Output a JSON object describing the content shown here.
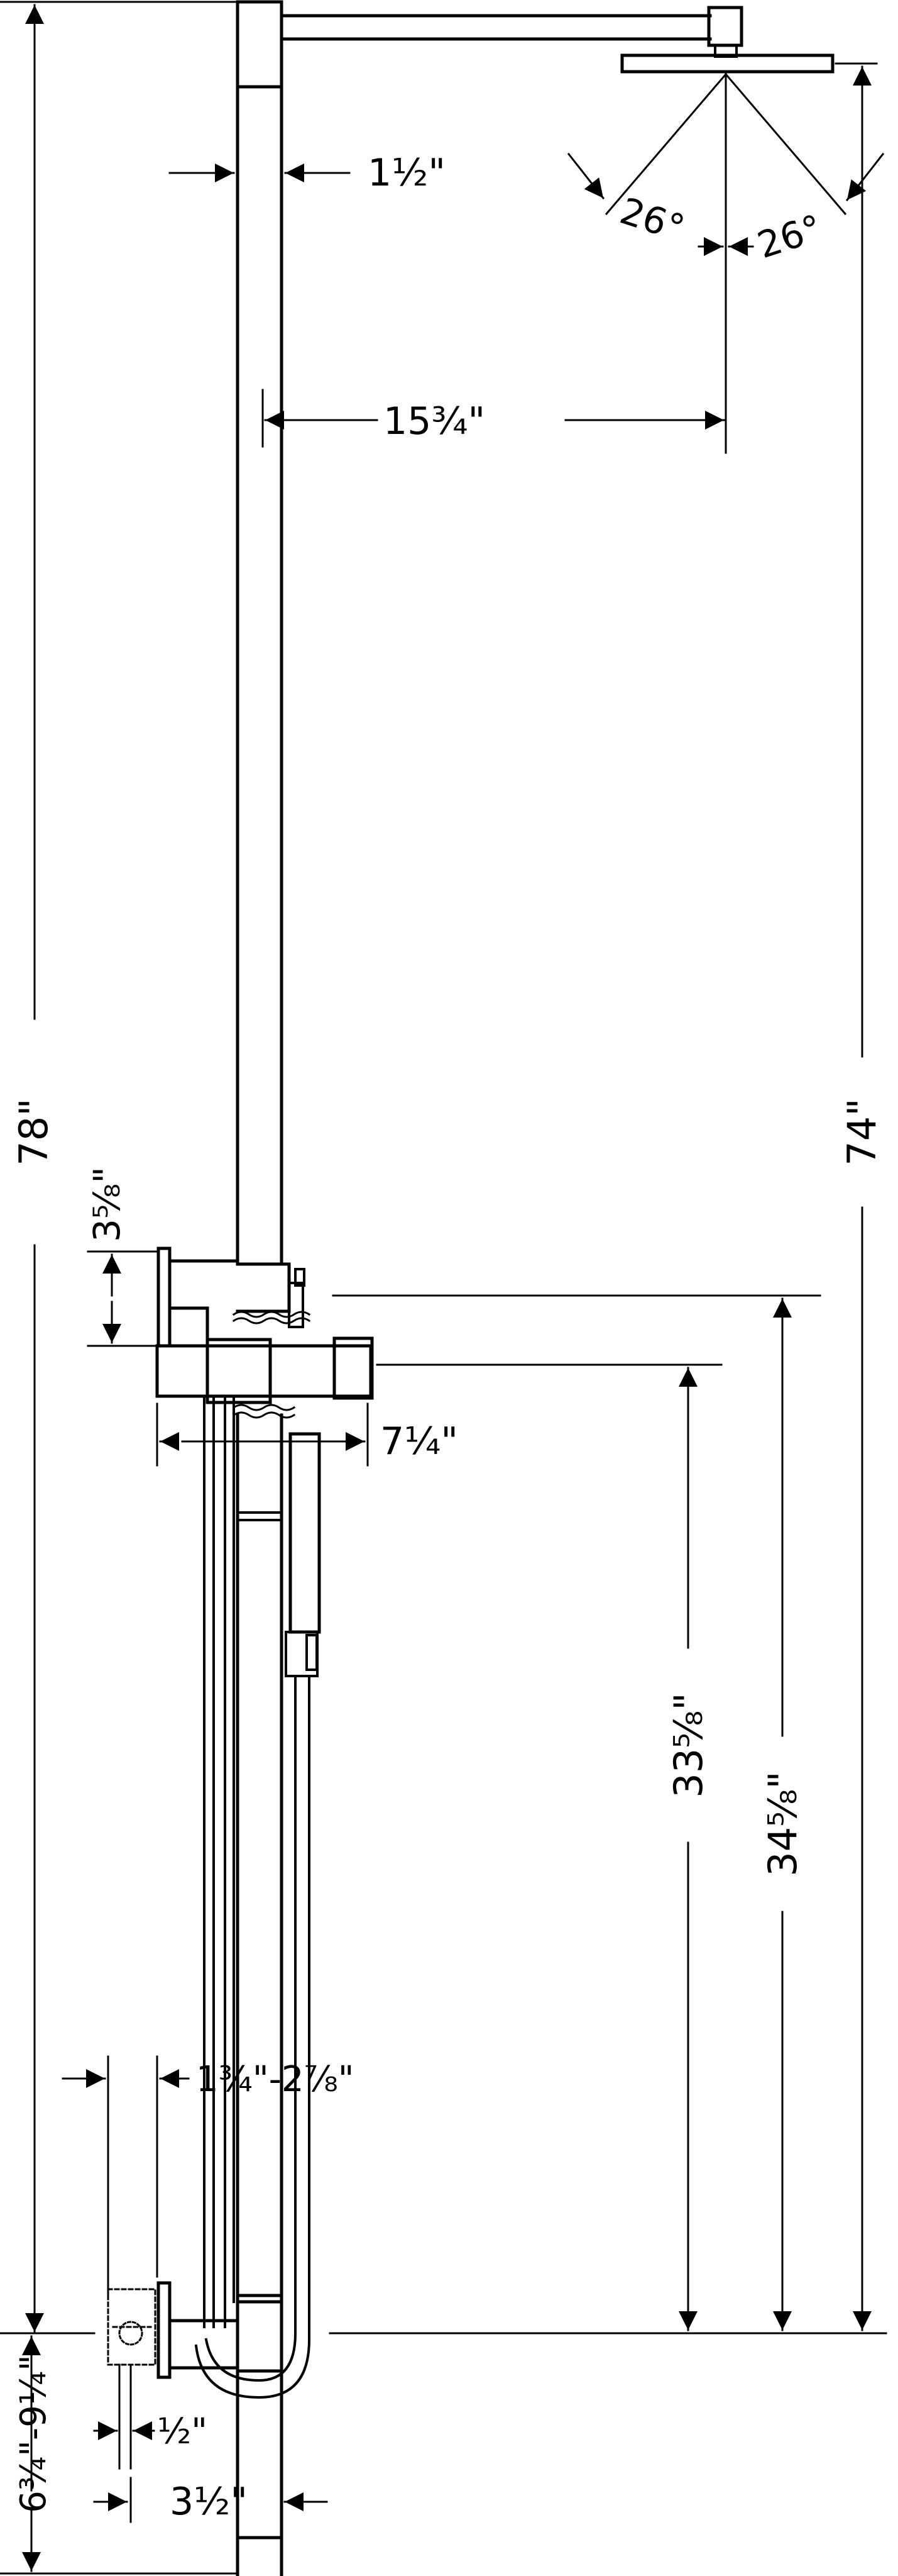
{
  "dimensions": {
    "pipe_diameter": "1½\"",
    "spray_angle_left": "26°",
    "spray_angle_right": "26°",
    "arm_reach": "15¾\"",
    "overall_height": "78\"",
    "showerhead_height": "74\"",
    "valve_body_height": "3⅝\"",
    "thermostat_width": "7¼\"",
    "lower_outlet_height": "33⅝\"",
    "upper_outlet_height": "34⅝\"",
    "wall_depth_range": "1¾\"-2⅞\"",
    "rough_in_range": "6¾\"-9¼\"",
    "half_inch": "½\"",
    "wall_offset": "3½\""
  }
}
